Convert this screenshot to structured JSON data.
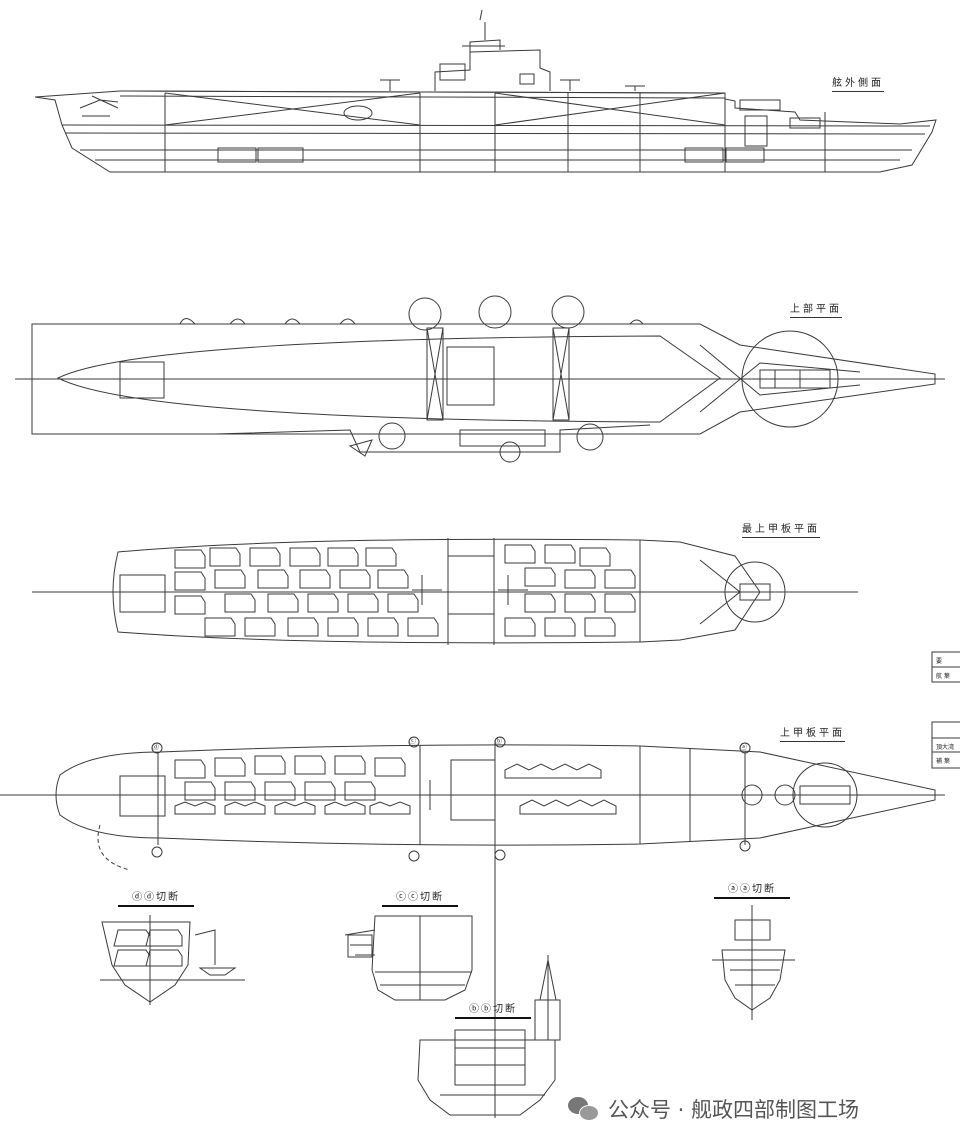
{
  "labels": {
    "side_elevation": "舷外側面",
    "upper_plan": "上部平面",
    "flight_deck_plan": "最上甲板平面",
    "upper_deck_plan": "上甲板平面"
  },
  "sections": {
    "dd": "ⓓⓓ切断",
    "cc": "ⓒⓒ切断",
    "bb": "ⓑⓑ切断",
    "aa": "ⓐⓐ切断"
  },
  "markers": {
    "d": "ⓓ",
    "c": "ⓒ",
    "b": "ⓑ",
    "a": "ⓐ"
  },
  "title_block": {
    "row1": "要",
    "row2": "航 葉",
    "row3": "頂大湾",
    "row4": "補 葉"
  },
  "watermark": {
    "text": "公众号 · 舰政四部制图工场",
    "icon": "wechat-icon"
  },
  "colors": {
    "line": "#3a3a3a",
    "background": "#ffffff"
  }
}
